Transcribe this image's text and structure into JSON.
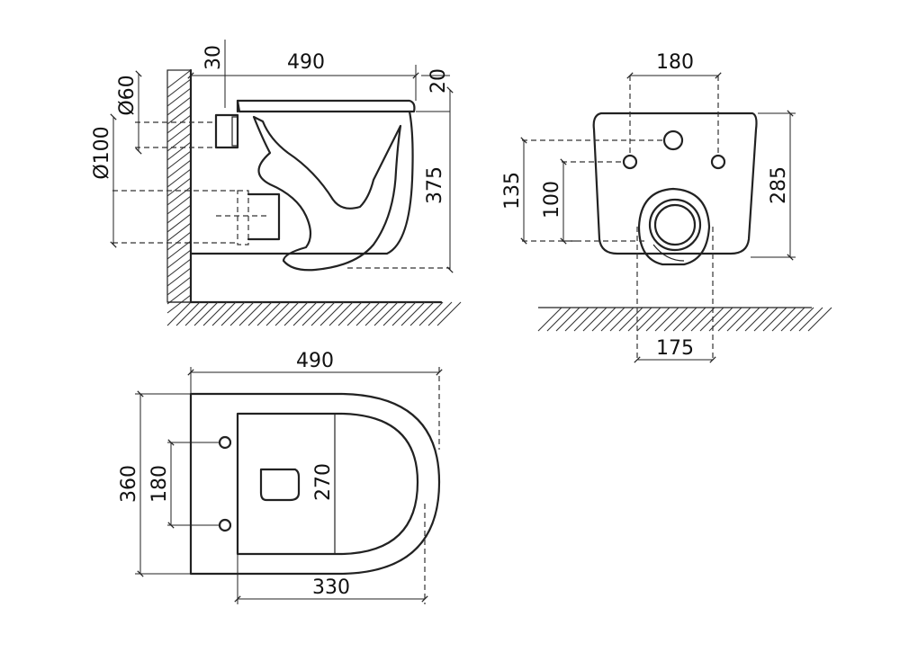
{
  "diagram": {
    "side_view": {
      "width_490": "490",
      "offset_30": "30",
      "offset_20": "20",
      "diameter_60": "Ø60",
      "diameter_100": "Ø100",
      "height_375": "375"
    },
    "front_view": {
      "bolt_spacing_180": "180",
      "height_135": "135",
      "height_100": "100",
      "height_285": "285",
      "outlet_175": "175"
    },
    "top_view": {
      "length_490": "490",
      "width_360": "360",
      "bolt_spacing_180": "180",
      "inner_270": "270",
      "inner_330": "330"
    }
  }
}
